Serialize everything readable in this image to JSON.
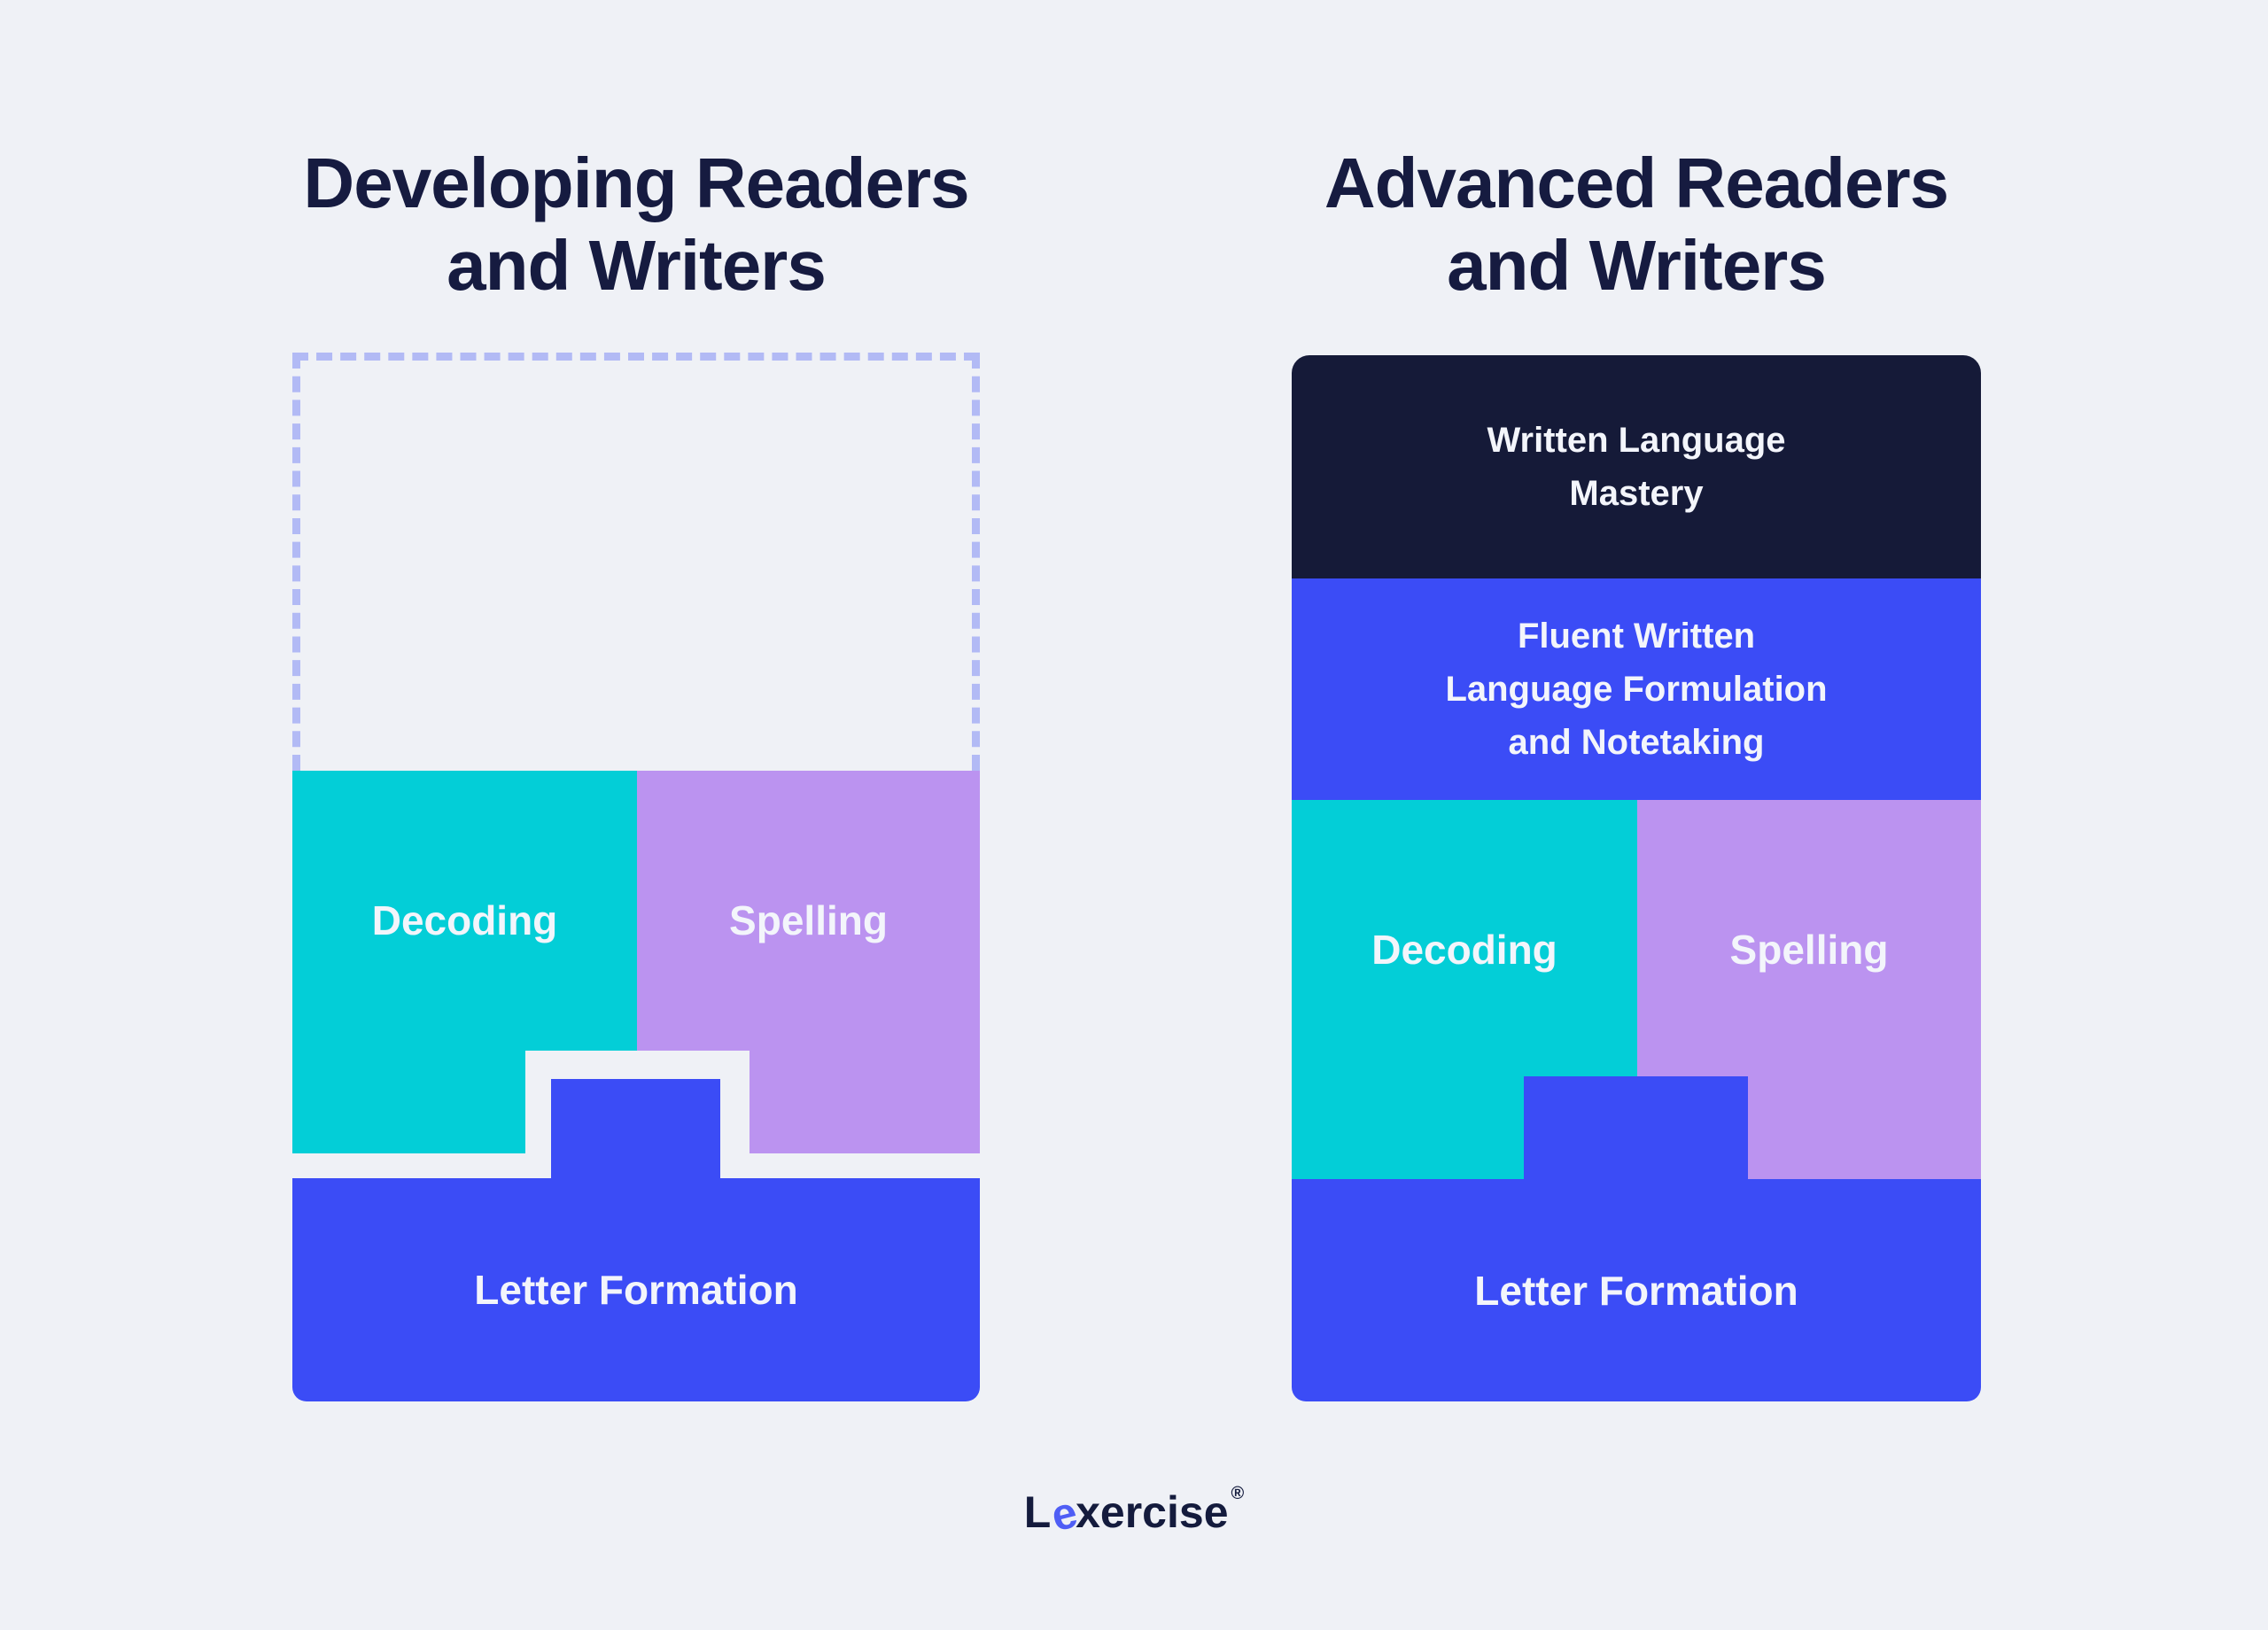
{
  "colors": {
    "background": "#eff1f6",
    "navy_block": "#151a38",
    "blue_block": "#3b4cf6",
    "teal_block": "#03ced7",
    "purple_block": "#bb93f0",
    "dashed_outline": "#b2baf5",
    "title_text": "#161b40",
    "block_text": "#f3f5fb",
    "logo_text": "#141b3d",
    "logo_accent": "#4f5ef5"
  },
  "left_panel": {
    "title_line1": "Developing Readers",
    "title_line2": "and Writers",
    "decoding_label": "Decoding",
    "spelling_label": "Spelling",
    "letter_formation_label": "Letter Formation"
  },
  "right_panel": {
    "title_line1": "Advanced Readers",
    "title_line2": "and Writers",
    "mastery_lines": [
      "Written Language",
      "Mastery"
    ],
    "fluent_lines": [
      "Fluent Written",
      "Language Formulation",
      "and Notetaking"
    ],
    "decoding_label": "Decoding",
    "spelling_label": "Spelling",
    "letter_formation_label": "Letter Formation"
  },
  "footer": {
    "logo_l": "L",
    "logo_e": "e",
    "logo_rest": "xercise",
    "registered_mark": "®"
  }
}
